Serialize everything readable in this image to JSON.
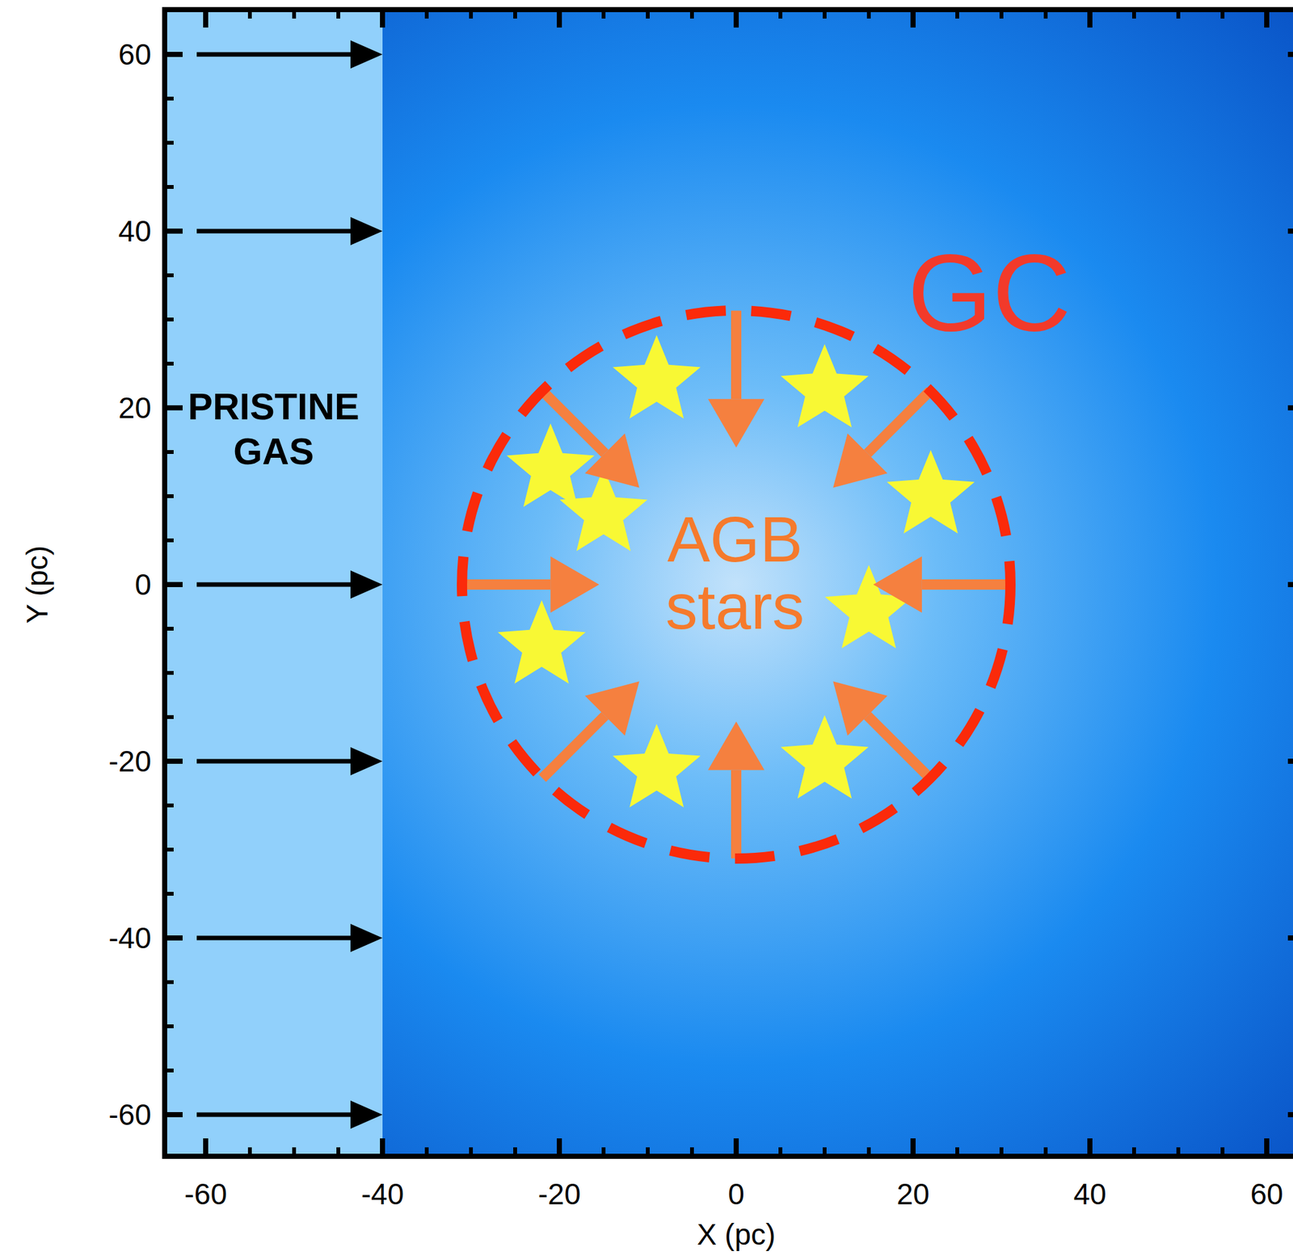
{
  "diagram": {
    "nodes": [
      {
        "text": [
          "PRISTINE GAS"
        ]
      },
      {
        "text": [
          "GC",
          "AGB stars"
        ]
      }
    ],
    "labels": [
      "-60",
      "-40",
      "-20",
      "0",
      "20",
      "40",
      "60",
      "60",
      "40",
      "20",
      "0",
      "-20",
      "-40",
      "-60",
      "X (pc)",
      "Y (pc)"
    ]
  }
}
